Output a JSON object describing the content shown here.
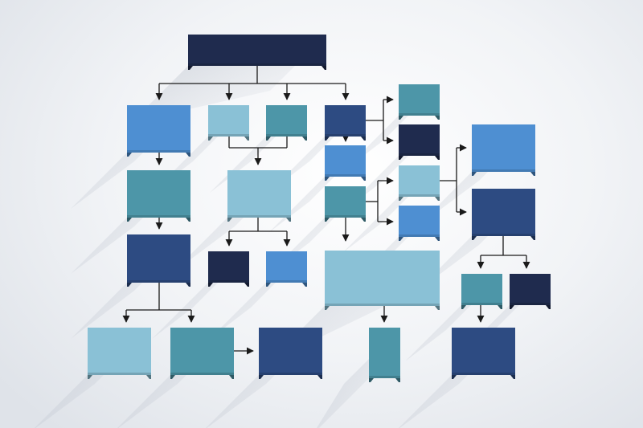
{
  "palette": {
    "navy": "#1f2b4e",
    "dark_blue": "#2d4b82",
    "blue": "#4e8fd2",
    "teal": "#4d96a8",
    "light_blue": "#8ac1d6",
    "connector": "#1a1a1a"
  },
  "nodes": [
    {
      "id": "root",
      "color": "navy"
    },
    {
      "id": "a1",
      "color": "blue"
    },
    {
      "id": "a2",
      "color": "teal"
    },
    {
      "id": "a3",
      "color": "dark_blue"
    },
    {
      "id": "a4",
      "color": "light_blue"
    },
    {
      "id": "a5",
      "color": "teal"
    },
    {
      "id": "a6",
      "color": "dark_blue"
    },
    {
      "id": "b1",
      "color": "light_blue"
    },
    {
      "id": "b2",
      "color": "teal"
    },
    {
      "id": "b3",
      "color": "light_blue"
    },
    {
      "id": "b4",
      "color": "navy"
    },
    {
      "id": "b5",
      "color": "blue"
    },
    {
      "id": "c1",
      "color": "dark_blue"
    },
    {
      "id": "c2",
      "color": "blue"
    },
    {
      "id": "c3",
      "color": "teal"
    },
    {
      "id": "c4",
      "color": "light_blue"
    },
    {
      "id": "c5",
      "color": "teal"
    },
    {
      "id": "d1",
      "color": "teal"
    },
    {
      "id": "d2",
      "color": "navy"
    },
    {
      "id": "d3",
      "color": "light_blue"
    },
    {
      "id": "d4",
      "color": "blue"
    },
    {
      "id": "e1",
      "color": "blue"
    },
    {
      "id": "e2",
      "color": "dark_blue"
    },
    {
      "id": "e3",
      "color": "teal"
    },
    {
      "id": "e4",
      "color": "navy"
    },
    {
      "id": "e5",
      "color": "dark_blue"
    }
  ]
}
